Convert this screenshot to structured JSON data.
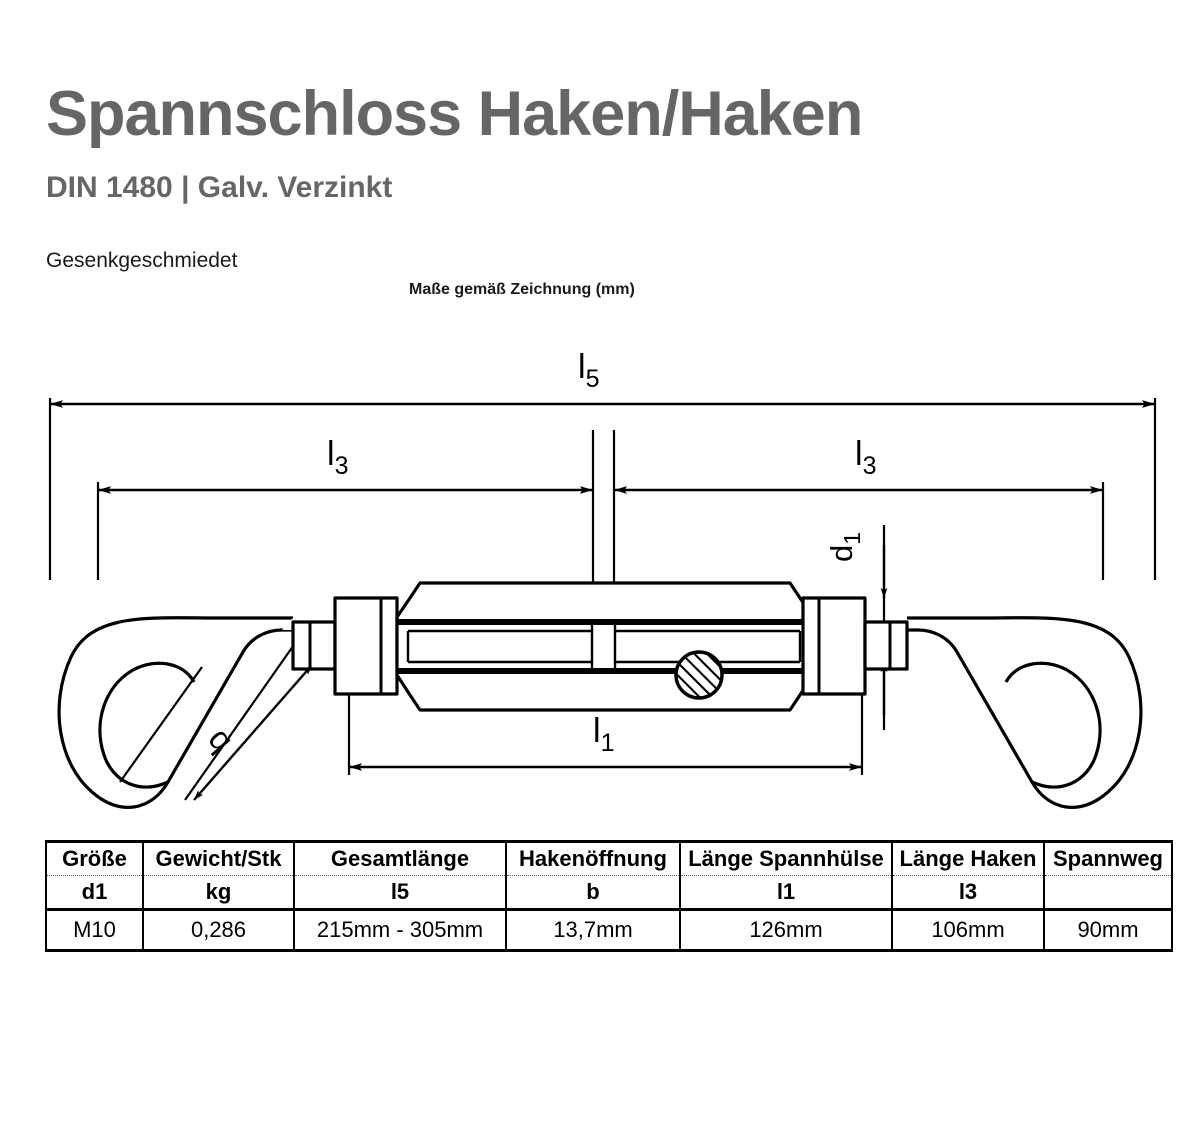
{
  "header": {
    "title": "Spannschloss Haken/Haken",
    "subtitle": "DIN 1480 | Galv. Verzinkt",
    "note": "Gesenkgeschmiedet",
    "title_color": "#666666",
    "note_color": "#1a1a1a"
  },
  "drawing": {
    "caption": "Maße gemäß Zeichnung (mm)",
    "labels": {
      "l5": "l",
      "l5_sub": "5",
      "l3_left": "l",
      "l3_left_sub": "3",
      "l3_right": "l",
      "l3_right_sub": "3",
      "l1": "l",
      "l1_sub": "1",
      "d1": "d",
      "d1_sub": "1",
      "b": "b"
    },
    "line_color": "#000000",
    "fill_color": "#ffffff"
  },
  "table": {
    "headers_row1": [
      "Größe",
      "Gewicht/Stk",
      "Gesamtlänge",
      "Hakenöffnung",
      "Länge Spannhülse",
      "Länge Haken",
      "Spannweg"
    ],
    "headers_row2": [
      "d1",
      "kg",
      "l5",
      "b",
      "l1",
      "l3",
      ""
    ],
    "rows": [
      {
        "groesse": "M10",
        "gewicht_kg": "0,286",
        "gesamtlaenge": "215mm - 305mm",
        "hakenoeffnung": "13,7mm",
        "laenge_spannhuelse": "126mm",
        "laenge_haken": "106mm",
        "spannweg": "90mm"
      }
    ]
  }
}
